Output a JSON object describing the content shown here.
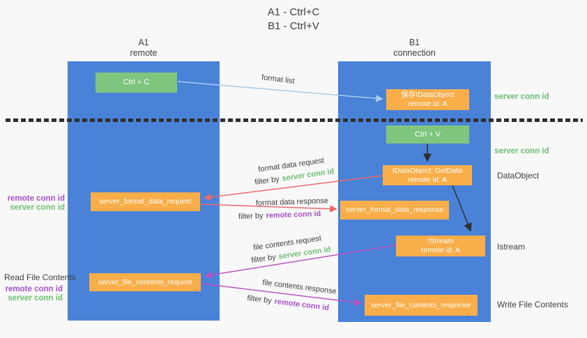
{
  "title": {
    "line1": "A1 - Ctrl+C",
    "line2": "B1 - Ctrl+V"
  },
  "lanes": {
    "left": {
      "name": "A1",
      "subtitle": "remote"
    },
    "right": {
      "name": "B1",
      "subtitle": "connection"
    }
  },
  "nodes": {
    "ctrl_c": {
      "label": "Ctrl + C"
    },
    "save_idataobject": {
      "line1": "保存IDataObject",
      "line2": "remote id: A"
    },
    "ctrl_v": {
      "label": "Ctrl + V"
    },
    "getdata": {
      "line1": "IDataObject::GetData",
      "line2": "remote id: A"
    },
    "server_format_data_request": {
      "label": "server_format_data_request"
    },
    "server_format_data_response": {
      "label": "server_format_data_response"
    },
    "istream": {
      "line1": "IStream",
      "line2": "remote id: A"
    },
    "server_file_contents_request": {
      "label": "server_file_contents_request"
    },
    "server_file_contents_response": {
      "label": "server_file_contents_response"
    }
  },
  "edge_labels": {
    "format_list": "format list",
    "format_data_request": "format data request",
    "format_data_response": "format data response",
    "file_contents_request": "file contents request",
    "file_contents_response": "file contents response",
    "filter_by": "filter by",
    "server_conn_id": "server conn id",
    "remote_conn_id": "remote conn id"
  },
  "side_labels": {
    "server_conn_id_top_right": "server conn id",
    "server_conn_id_mid_right": "server conn id",
    "data_object": "DataObject",
    "istream": "Istream",
    "write_file_contents": "Write File Contents",
    "read_file_contents": "Read File Contents",
    "remote_conn_id_left_1": "remote conn id",
    "server_conn_id_left_1": "server conn id",
    "remote_conn_id_left_2": "remote conn id",
    "server_conn_id_left_2": "server conn id"
  },
  "colors": {
    "background": "#f8f8f8",
    "lane_blue": "#4a82d8",
    "node_green": "#7ec57e",
    "node_orange": "#f9ae4a",
    "text_dark": "#3d3d3d",
    "text_green": "#6cbf6f",
    "text_purple": "#a551ce",
    "arrow_lightblue": "#a8cdec",
    "arrow_red": "#ec686c",
    "arrow_magenta": "#bb54c4",
    "arrow_black": "#2e2e2e"
  }
}
